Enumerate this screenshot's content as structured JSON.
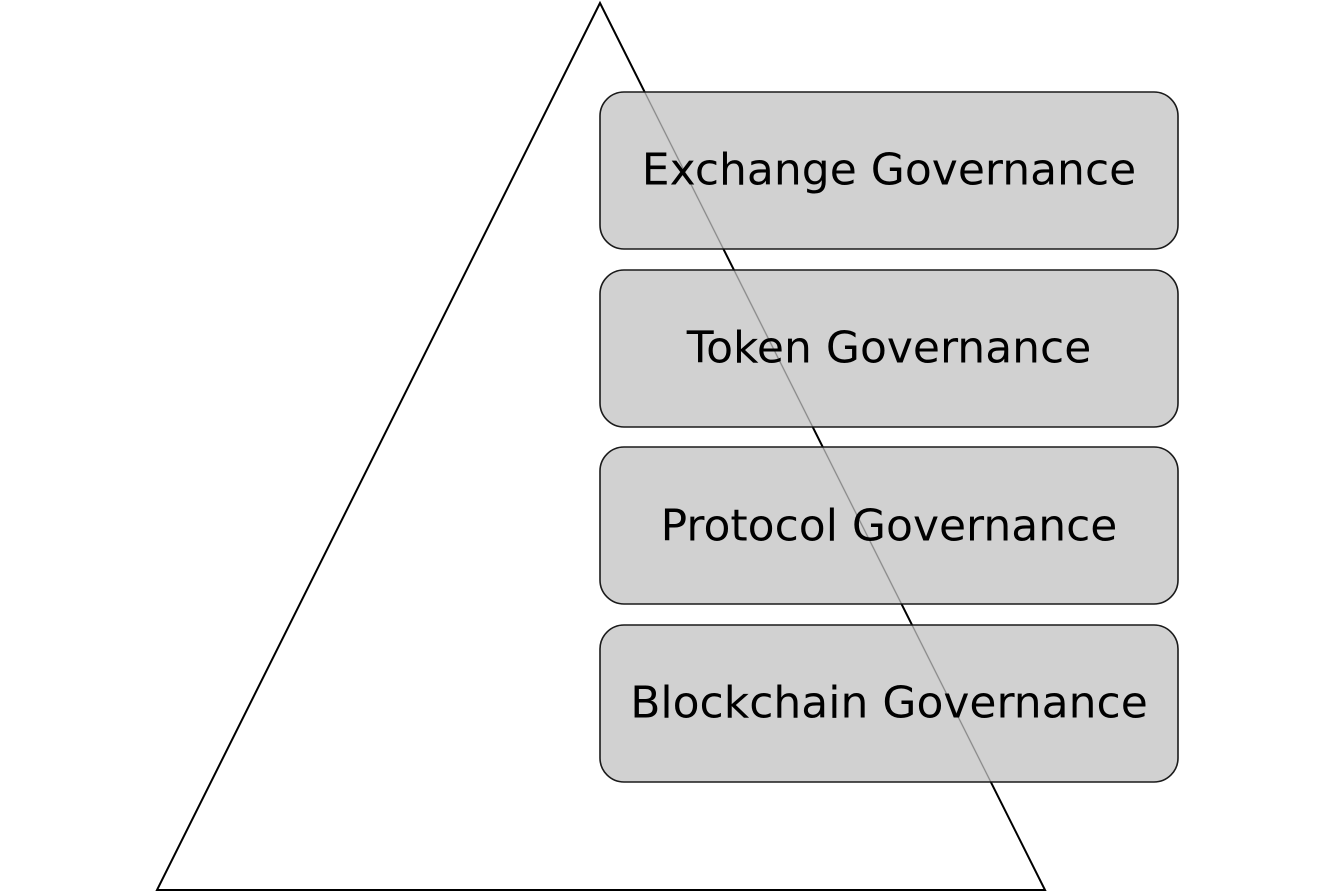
{
  "layers": [
    {
      "label": "Exchange Governance"
    },
    {
      "label": "Token Governance"
    },
    {
      "label": "Protocol Governance"
    },
    {
      "label": "Blockchain Governance"
    }
  ],
  "colors": {
    "box_fill": "#cdcdcd",
    "box_stroke": "#1a1a1a",
    "pyramid_stroke": "#000000",
    "background": "#ffffff"
  }
}
